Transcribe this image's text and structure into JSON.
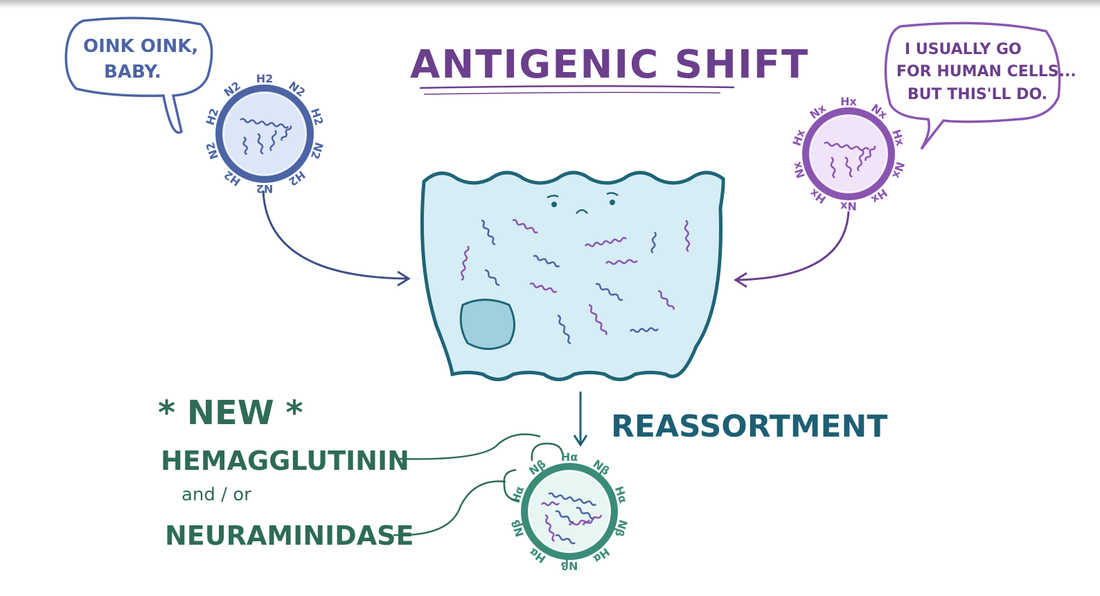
{
  "title": "ANTIGENIC SHIFT",
  "left_virus": {
    "speech": [
      "OINK OINK,",
      "BABY."
    ],
    "h_label": "H2",
    "n_label": "N2"
  },
  "right_virus": {
    "speech": [
      "I USUALLY GO",
      "FOR HUMAN CELLS...",
      "BUT THIS'LL DO."
    ],
    "h_label": "Hx",
    "n_label": "Nx"
  },
  "process_label": "REASSORTMENT",
  "new_virus": {
    "h_label": "Hα",
    "n_label": "Nβ"
  },
  "annotation": {
    "new": "* NEW *",
    "hemagglutinin": "HEMAGGLUTININ",
    "andor": "and / or",
    "neuraminidase": "NEURAMINIDASE"
  },
  "colors": {
    "title": "#6b3f8c",
    "pig_virus": "#4c64a4",
    "human_virus": "#8a55b0",
    "cell_outline": "#1f6577",
    "cell_fill": "#d6edf5",
    "new_virus": "#3a8c78",
    "annotation": "#2e6b58",
    "reassortment": "#1d5f74"
  }
}
